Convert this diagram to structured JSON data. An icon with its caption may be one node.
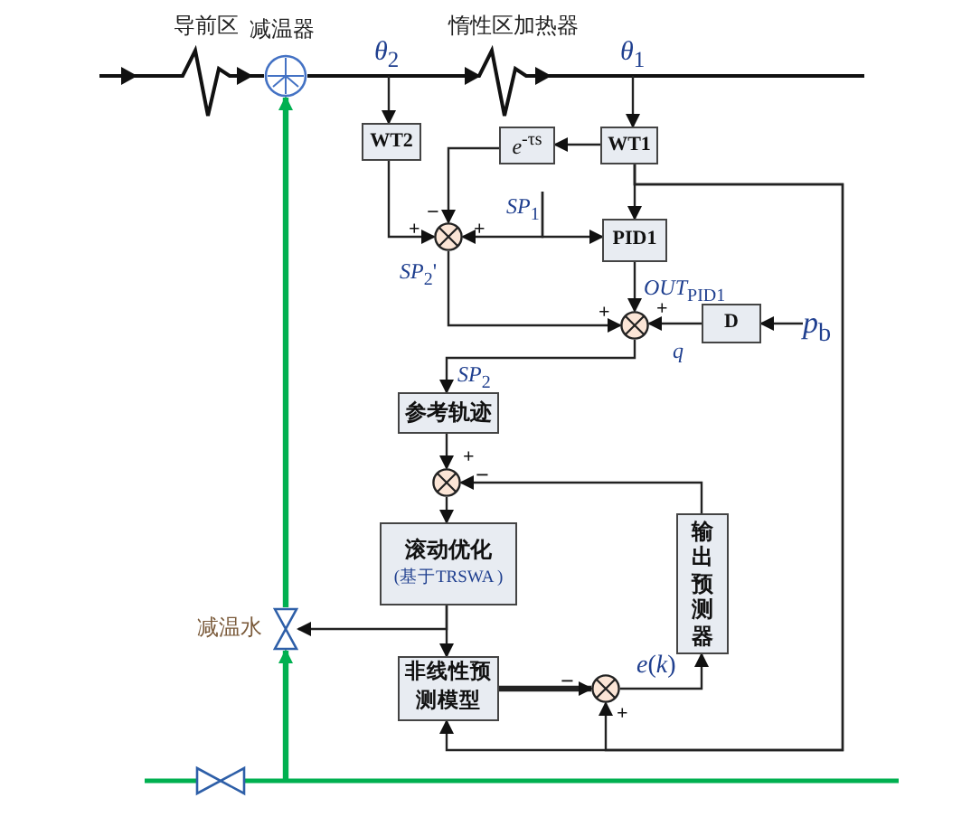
{
  "diagram": {
    "nodes": [
      {
        "text": [],
        "shape": "circle",
        "beside": [
          "减温器"
        ]
      },
      {
        "text": [
          "WT2"
        ]
      },
      {
        "text": [
          "*e*$^{-τs}$"
        ]
      },
      {
        "text": [
          "WT1"
        ]
      },
      {
        "text": [],
        "shape": "circle"
      },
      {
        "text": [
          "*SP*$_{1}$"
        ]
      },
      {
        "text": [
          "PID1"
        ]
      },
      {
        "text": [],
        "shape": "circle"
      },
      {
        "text": [
          "D"
        ]
      },
      {
        "text": [
          "*p*$_{b}$"
        ]
      },
      {
        "text": [
          "参考轨迹"
        ]
      },
      {
        "text": [],
        "shape": "circle"
      },
      {
        "text": [
          "滚动优化",
          "(基于TRSWA )"
        ]
      },
      {
        "text": [],
        "shape": "valve",
        "beside": [
          "减温水"
        ]
      },
      {
        "text": [
          "非线性预测模型"
        ]
      },
      {
        "text": [],
        "shape": "circle"
      },
      {
        "text": [
          "输出预测器"
        ]
      },
      {
        "text": [
          "*θ*$_{2}$"
        ]
      },
      {
        "text": [
          "*θ*$_{1}$"
        ]
      }
    ],
    "edges": [
      {
        "from": 17,
        "to": 1,
        "arrow": "to"
      },
      {
        "from": 18,
        "to": 3,
        "arrow": "to"
      },
      {
        "from": 3,
        "to": 2,
        "arrow": "to"
      },
      {
        "from": 2,
        "to": 4,
        "arrow": "to"
      },
      {
        "from": 1,
        "to": 4,
        "arrow": "to"
      },
      {
        "from": 5,
        "to": 4,
        "arrow": "to"
      },
      {
        "from": 5,
        "to": 6,
        "arrow": "to"
      },
      {
        "from": 3,
        "to": 6,
        "arrow": "to"
      },
      {
        "from": 4,
        "to": 7,
        "arrow": "to",
        "label": "*SP*$_{2}$'"
      },
      {
        "from": 6,
        "to": 7,
        "arrow": "to",
        "label": "*OUT*$_{PID1}$"
      },
      {
        "from": 8,
        "to": 7,
        "arrow": "to",
        "label": "*q*"
      },
      {
        "from": 9,
        "to": 8,
        "arrow": "to"
      },
      {
        "from": 7,
        "to": 10,
        "arrow": "to",
        "label": "*SP*$_{2}$"
      },
      {
        "from": 10,
        "to": 11,
        "arrow": "to"
      },
      {
        "from": 11,
        "to": 12,
        "arrow": "to"
      },
      {
        "from": 12,
        "to": 14,
        "arrow": "to"
      },
      {
        "from": 12,
        "to": 13,
        "arrow": "to"
      },
      {
        "from": 13,
        "to": 0,
        "arrow": "to",
        "color": "#00b050",
        "style": "thick"
      },
      {
        "from": null,
        "to": 13,
        "arrow": "to",
        "color": "#00b050",
        "style": "thick"
      },
      {
        "from": 14,
        "to": 15,
        "arrow": "to",
        "style": "thick"
      },
      {
        "from": 15,
        "to": 16,
        "arrow": "to",
        "label": "*e*(*k*)"
      },
      {
        "from": 16,
        "to": 11,
        "arrow": "to"
      },
      {
        "from": 3,
        "to": 15,
        "arrow": "to"
      },
      {
        "from": 3,
        "to": 14,
        "arrow": "to"
      }
    ],
    "labels": [
      "导前区",
      "惰性区加热器",
      "−",
      "+",
      "+",
      "+",
      "+",
      "+",
      "−",
      "−",
      "+"
    ]
  }
}
